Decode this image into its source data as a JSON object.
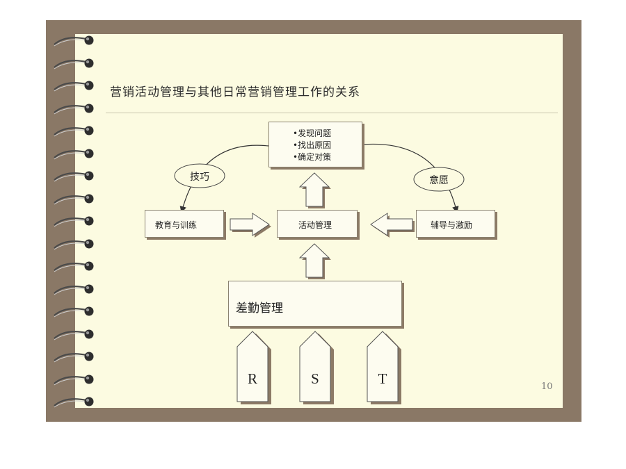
{
  "title": "营销活动管理与其他日常营销管理工作的关系",
  "problem_box": {
    "items": [
      "•发现问题",
      "•找出原因",
      "•确定对策"
    ]
  },
  "edges": {
    "left": "技巧",
    "right": "意愿"
  },
  "nodes": {
    "education": "教育与训练",
    "activity": "活动管理",
    "coaching": "辅导与激励",
    "attendance": "差勤管理"
  },
  "tags": [
    "R",
    "S",
    "T"
  ],
  "page_number": "10",
  "colors": {
    "frame": "#8a7866",
    "paper": "#fcfbe1",
    "shadow": "#8c7a66"
  }
}
